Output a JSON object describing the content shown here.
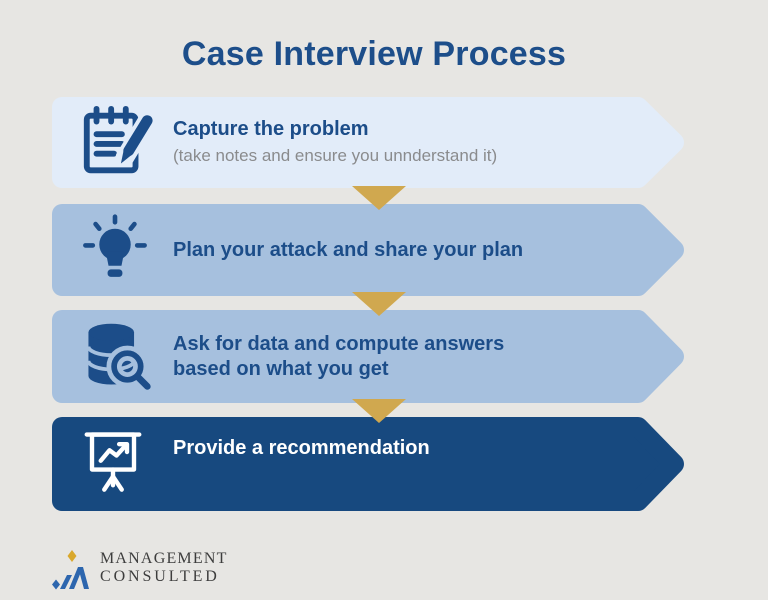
{
  "title": "Case Interview Process",
  "steps": [
    {
      "icon": "notepad-pencil-icon",
      "lines": [
        "Capture the problem"
      ],
      "subheading": "(take notes and ensure you unnderstand it)"
    },
    {
      "icon": "lightbulb-icon",
      "lines": [
        "Plan your attack and share your plan"
      ]
    },
    {
      "icon": "database-search-icon",
      "lines": [
        "Ask for data and compute answers",
        "based on what you get"
      ]
    },
    {
      "icon": "presentation-chart-icon",
      "lines": [
        "Provide a recommendation"
      ]
    }
  ],
  "logo": {
    "line1": "MANAGEMENT",
    "line2": "CONSULTED"
  },
  "colors": {
    "background": "#e7e6e3",
    "banner_light": "#e2ecf9",
    "banner_medium": "#a6c0de",
    "banner_dark": "#17497f",
    "heading_blue": "#1c4d89",
    "subtext_gray": "#8a8b8d",
    "arrow_gold": "#d0a84f",
    "logo_blue": "#2d66ae",
    "logo_gold": "#d9a82c",
    "logo_text": "#3d3d3d"
  }
}
